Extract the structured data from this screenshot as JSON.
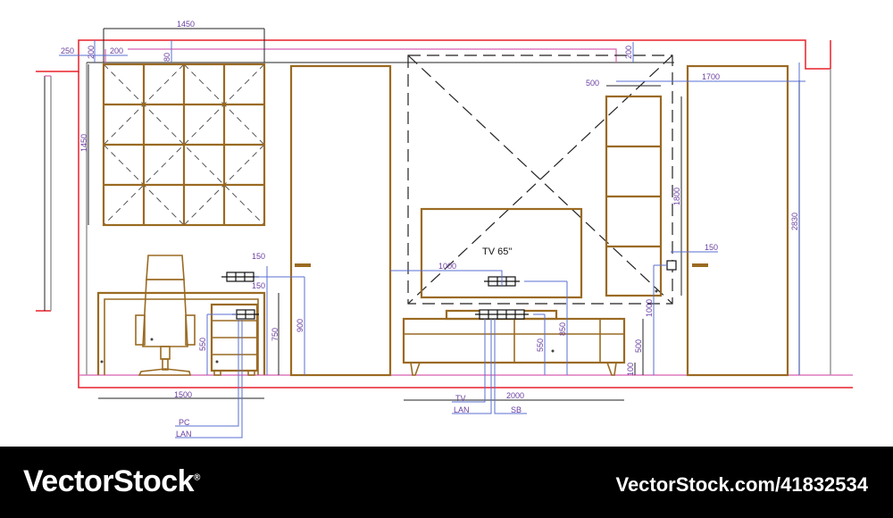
{
  "drawing": {
    "tv_label": "TV 65\"",
    "dimensions": {
      "top_width": "1450",
      "left_offset": "250",
      "top_gap_vertical": "200",
      "top_gap_horizontal": "200",
      "cornice": "80",
      "window_height": "1450",
      "desk_socket_offset_top": "150",
      "desk_socket_offset_bottom": "150",
      "drawer_height": "550",
      "desk_height": "750",
      "switch_height": "900",
      "desk_width": "1500",
      "tv_socket_offset": "1000",
      "cabinet_socket_height": "550",
      "tv_socket_height": "850",
      "cabinet_height": "500",
      "leg_height": "100",
      "cabinet_width": "2000",
      "right_ceiling_gap": "200",
      "shelf_width": "500",
      "right_span": "1700",
      "shelf_height": "1800",
      "room_height": "2830",
      "right_socket_offset": "150",
      "right_socket_height": "1000"
    },
    "cable_labels": {
      "pc": "PC",
      "lan_left": "LAN",
      "tv": "TV",
      "lan_right": "LAN",
      "sb": "SB"
    }
  },
  "watermark": {
    "brand": "VectorStock",
    "registered": "®",
    "image_id": "VectorStock.com/41832534"
  },
  "colors": {
    "furniture": "#9a6a22",
    "dimension": "#5a6fd0",
    "wall_outline": "#e8202a",
    "floor": "#d85fb0",
    "footer": "#000000"
  }
}
